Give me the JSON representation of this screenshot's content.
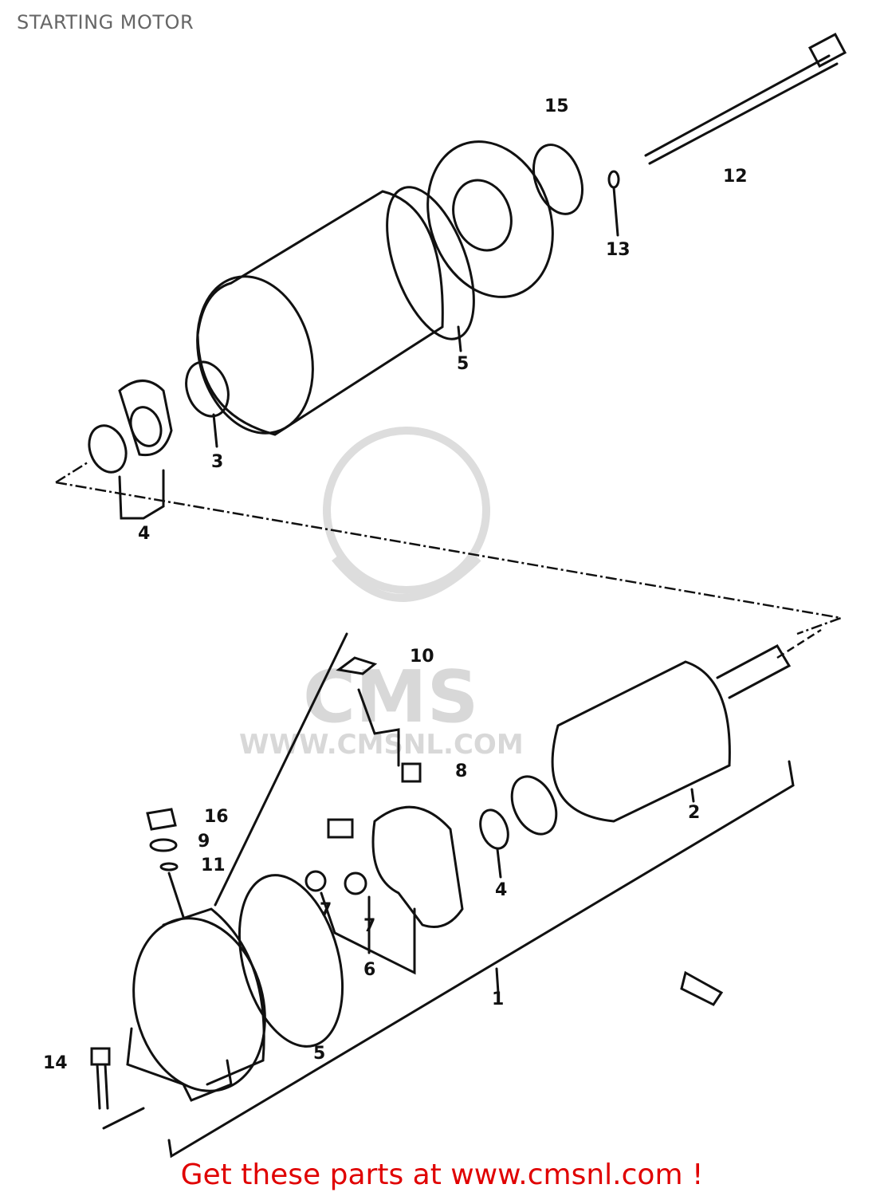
{
  "title": "STARTING MOTOR",
  "watermark": {
    "logo_text": "CMS",
    "url_text": "WWW.CMSNL.COM"
  },
  "callouts": [
    "15",
    "12",
    "13",
    "5",
    "3",
    "4",
    "10",
    "8",
    "16",
    "9",
    "11",
    "2",
    "4",
    "7",
    "7",
    "6",
    "5",
    "1",
    "14"
  ],
  "footer": "Get these parts at www.cmsnl.com !",
  "colors": {
    "footer": "#e00000",
    "title": "#666666"
  }
}
